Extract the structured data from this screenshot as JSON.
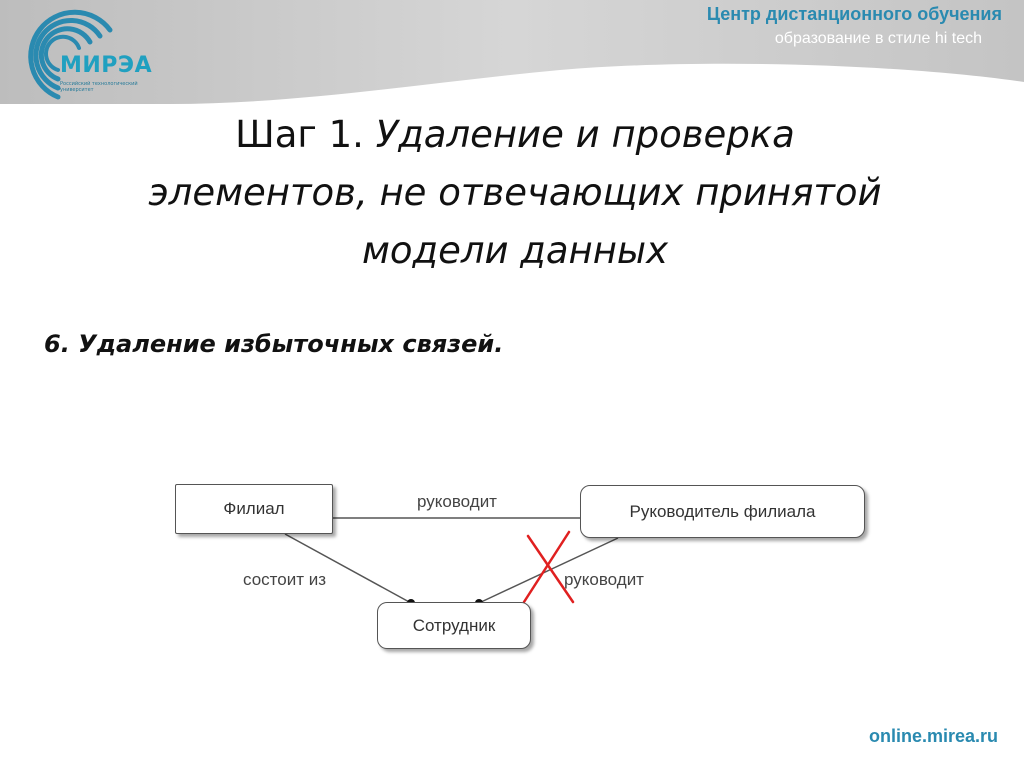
{
  "header": {
    "center_title": "Центр дистанционного обучения",
    "center_subtitle": "образование в стиле hi tech",
    "logo_text": "МИРЭА",
    "logo_subtext": "Российский технологический университет"
  },
  "slide": {
    "title_prefix": "Шаг 1.",
    "title_italic": "Удаление и проверка элементов, не отвечающих принятой модели данных",
    "subheading": "6. Удаление избыточных связей."
  },
  "diagram": {
    "entities": {
      "branch": "Филиал",
      "branch_head": "Руководитель филиала",
      "employee": "Сотрудник"
    },
    "relations": {
      "manages_top": "руководит",
      "consists_of": "состоит из",
      "manages_employee": "руководит"
    },
    "removed_link_color": "#e02020"
  },
  "footer": {
    "url": "online.mirea.ru"
  },
  "colors": {
    "brand_blue": "#2a8ab0",
    "header_gray": "#cfcfcf"
  }
}
